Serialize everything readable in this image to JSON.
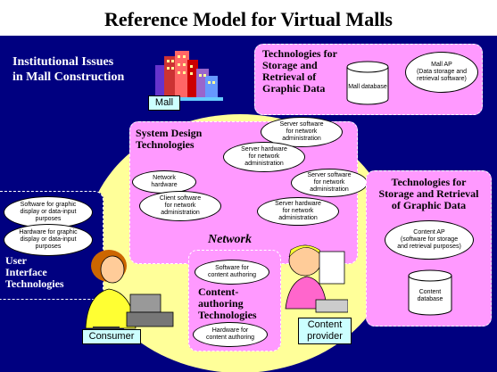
{
  "title": "Reference Model for Virtual Malls",
  "institutional": {
    "line1": "Institutional Issues",
    "line2": "in Mall Construction"
  },
  "storage_top": {
    "heading": [
      "Technologies for",
      "Storage and",
      "Retrieval of",
      "Graphic Data"
    ],
    "bubble": [
      "Mall AP",
      "(Data storage and",
      "retrieval software)"
    ],
    "db": "Mall database"
  },
  "mall_label": "Mall",
  "system_design": {
    "heading": [
      "System Design",
      "Technologies"
    ],
    "bubbles": [
      [
        "Server software",
        "for network",
        "administration"
      ],
      [
        "Server hardware",
        "for network",
        "administration"
      ],
      [
        "Network",
        "hardware"
      ],
      [
        "Client software",
        "for network",
        "administration"
      ],
      [
        "Server software",
        "for network",
        "administration"
      ],
      [
        "Server hardware",
        "for network",
        "administration"
      ]
    ]
  },
  "storage_right": {
    "heading": [
      "Technologies for",
      "Storage and Retrieval",
      "of Graphic Data"
    ],
    "bubble": [
      "Content AP",
      "(software for storage",
      "and retrieval purposes)"
    ],
    "db": [
      "Content",
      "database"
    ]
  },
  "ui": {
    "heading": [
      "User",
      "Interface",
      "Technologies"
    ],
    "bubbles": [
      [
        "Software for graphic",
        "display or data-input",
        "purposes"
      ],
      [
        "Hardware for graphic",
        "display or data-input",
        "purposes"
      ]
    ]
  },
  "network_label": "Network",
  "content_authoring": {
    "heading": [
      "Content-",
      "authoring",
      "Technologies"
    ],
    "bubbles": [
      [
        "Software for",
        "content authoring"
      ],
      [
        "Hardware for",
        "content authoring"
      ]
    ]
  },
  "consumer_label": "Consumer",
  "provider_label": [
    "Content",
    "provider"
  ]
}
